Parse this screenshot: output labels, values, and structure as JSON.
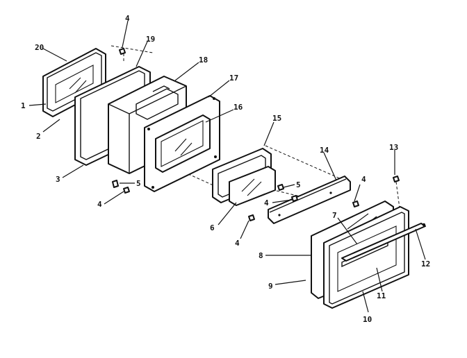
{
  "callouts": {
    "c20": "20",
    "c19": "19",
    "c18": "18",
    "c17": "17",
    "c16": "16",
    "c15": "15",
    "c14": "14",
    "c13": "13",
    "c12": "12",
    "c11": "11",
    "c10": "10",
    "c9": "9",
    "c8": "8",
    "c7": "7",
    "c6": "6",
    "c5a": "5",
    "c5b": "5",
    "c4a": "4",
    "c4b": "4",
    "c4c": "4",
    "c4d": "4",
    "c4e": "4",
    "c3": "3",
    "c2": "2",
    "c1": "1"
  }
}
